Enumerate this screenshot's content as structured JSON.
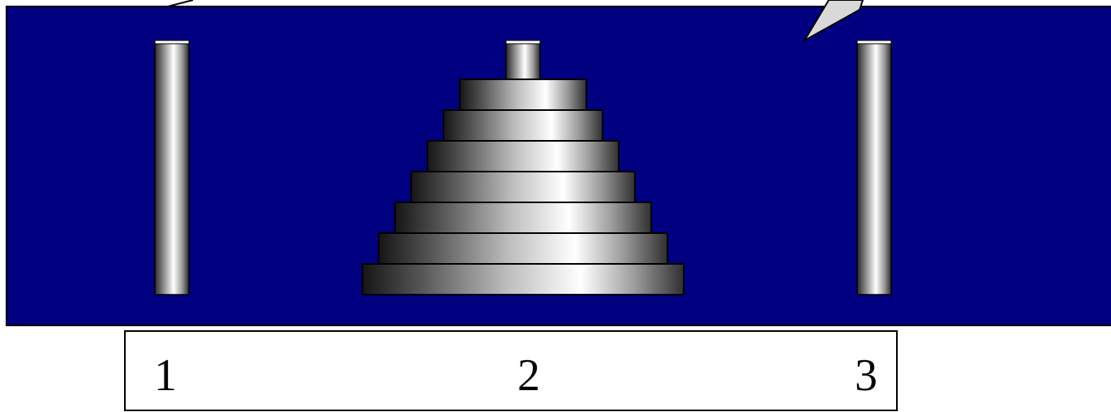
{
  "game": {
    "name": "Tower of Hanoi",
    "pegs": [
      {
        "label": "1",
        "disks": []
      },
      {
        "label": "2",
        "disks": [
          7,
          6,
          5,
          4,
          3,
          2,
          1
        ]
      },
      {
        "label": "3",
        "disks": []
      }
    ],
    "disk_count": 7
  },
  "colors": {
    "board": "#000080",
    "board_border": "#000000",
    "label_bar": "#ffffff",
    "label_text": "#000000",
    "metal_dark": "#1a1a1a",
    "metal_light": "#ffffff",
    "pointer_fill": "#d9d9d9"
  }
}
